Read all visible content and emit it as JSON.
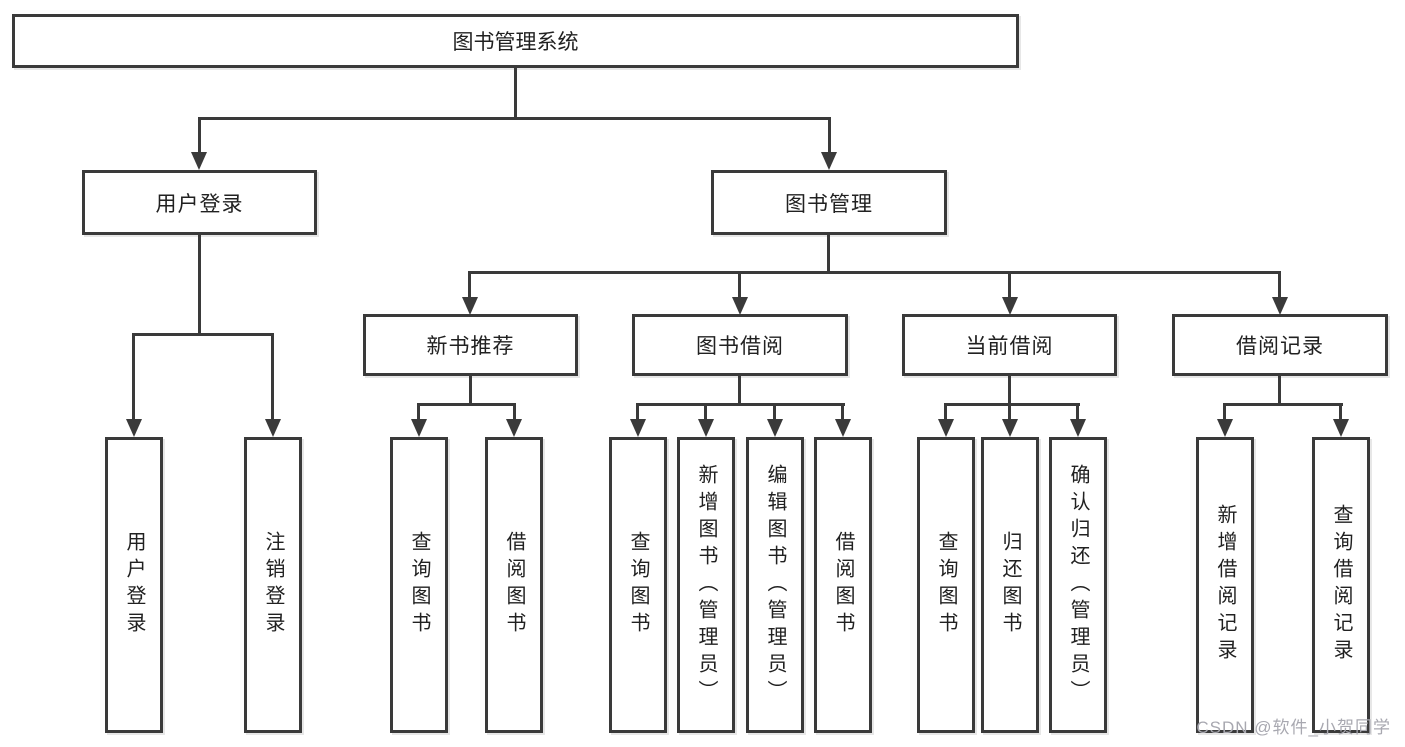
{
  "diagram": {
    "root_label": "图书管理系统",
    "branches": {
      "user_login": {
        "label": "用户登录",
        "children": [
          "用户登录",
          "注销登录"
        ]
      },
      "book_mgmt": {
        "label": "图书管理"
      }
    },
    "modules": [
      {
        "label": "新书推荐",
        "children": [
          "查询图书",
          "借阅图书"
        ]
      },
      {
        "label": "图书借阅",
        "children": [
          "查询图书",
          "新增图书（管理员）",
          "编辑图书（管理员）",
          "借阅图书"
        ]
      },
      {
        "label": "当前借阅",
        "children": [
          "查询图书",
          "归还图书",
          "确认归还（管理员）"
        ]
      },
      {
        "label": "借阅记录",
        "children": [
          "新增借阅记录",
          "查询借阅记录"
        ]
      }
    ],
    "watermark": "CSDN @软件_小贺同学",
    "colors": {
      "line": "#3a3a3a",
      "text": "#212121",
      "watermark": "#a8a8b0",
      "background": "#ffffff"
    }
  }
}
